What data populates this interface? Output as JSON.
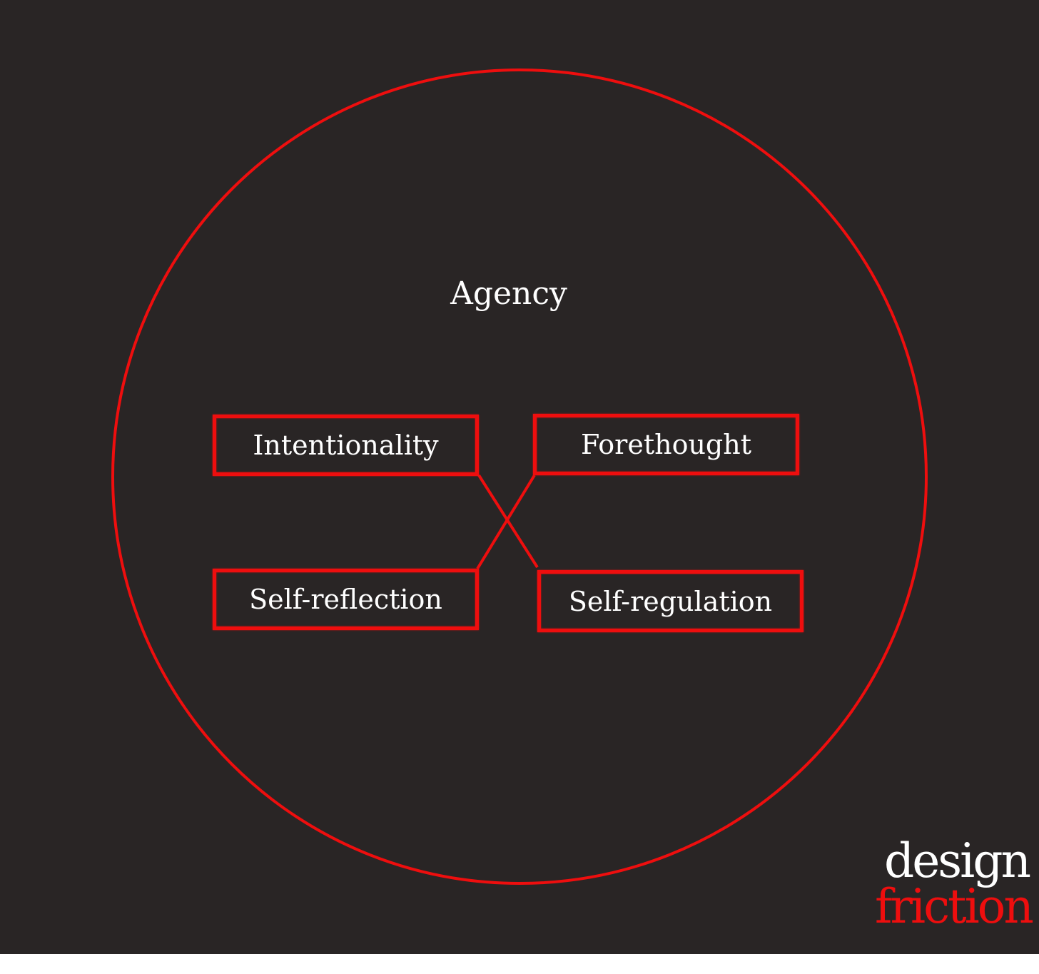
{
  "colors": {
    "background": "#292525",
    "accent": "#ee0e0e",
    "text": "#ffffff"
  },
  "diagram": {
    "title": "Agency",
    "nodes": [
      {
        "id": "intentionality",
        "label": "Intentionality"
      },
      {
        "id": "forethought",
        "label": "Forethought"
      },
      {
        "id": "self-reflection",
        "label": "Self-reflection"
      },
      {
        "id": "self-regulation",
        "label": "Self-regulation"
      }
    ],
    "connectors": [
      {
        "from": "intentionality",
        "to": "self-regulation"
      },
      {
        "from": "forethought",
        "to": "self-reflection"
      }
    ]
  },
  "logo": {
    "line1": "design",
    "line2": "friction"
  }
}
